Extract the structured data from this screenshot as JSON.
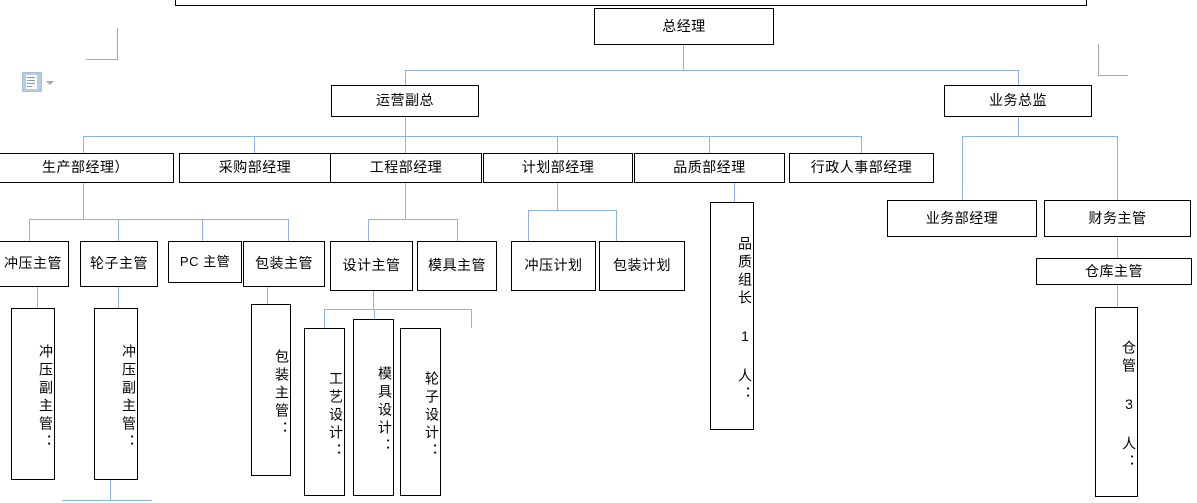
{
  "document": {
    "type": "organization-chart",
    "language": "zh-CN"
  },
  "paste_options": {
    "icon": "paste-clipboard-icon",
    "dropdown_icon": "chevron-down-icon"
  },
  "chart": {
    "level1": {
      "general_manager": "总经理"
    },
    "level2": [
      {
        "label": "运营副总"
      },
      {
        "label": "业务总监"
      }
    ],
    "level3_operations": [
      {
        "label": "生产部经理）"
      },
      {
        "label": "采购部经理"
      },
      {
        "label": "工程部经理"
      },
      {
        "label": "计划部经理"
      },
      {
        "label": "品质部经理"
      },
      {
        "label": "行政人事部经理"
      }
    ],
    "level3_business": [
      {
        "label": "业务部经理"
      },
      {
        "label": "财务主管"
      }
    ],
    "production_supervisors": [
      {
        "label": "冲压主管"
      },
      {
        "label": "轮子主管"
      },
      {
        "label": "PC 主管"
      },
      {
        "label": "包装主管"
      }
    ],
    "engineering_supervisors": [
      {
        "label": "设计主管"
      },
      {
        "label": "模具主管"
      }
    ],
    "planning_items": [
      {
        "label": "冲压计划"
      },
      {
        "label": "包装计划"
      }
    ],
    "quality_team": {
      "label": "品质组长 1 人："
    },
    "warehouse": {
      "supervisor": "仓库主管",
      "staff": "仓管 3 人："
    },
    "stamping_deputies": [
      {
        "label": "冲压副主管："
      },
      {
        "label": "冲压副主管："
      }
    ],
    "packaging_deputy": {
      "label": "包装主管："
    },
    "design_roles": [
      {
        "label": "工艺设计："
      },
      {
        "label": "模具设计："
      },
      {
        "label": "轮子设计："
      }
    ]
  },
  "colors": {
    "connector": "#8eb4e3",
    "box_border": "#000000",
    "crop_mark": "#a6a6a6",
    "paste_icon": "#b8cce4"
  }
}
